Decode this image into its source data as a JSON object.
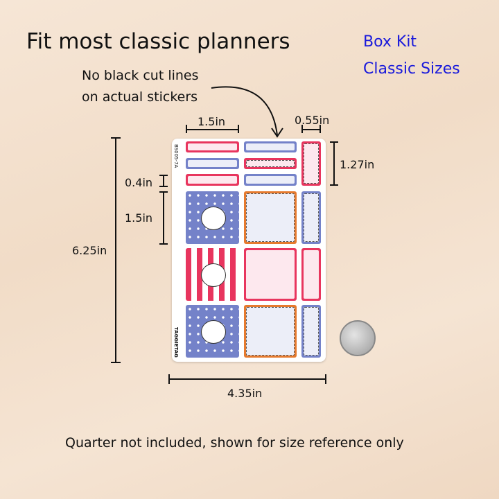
{
  "title": "Fit most classic planners",
  "kit": {
    "line1": "Box Kit",
    "line2": "Classic Sizes"
  },
  "note": {
    "line1": "No black cut lines",
    "line2": "on actual stickers"
  },
  "dimensions": {
    "top_width": "1.5in",
    "narrow_width": "0.55in",
    "side_height": "1.27in",
    "gap": "0.4in",
    "box_height": "1.5in",
    "sheet_height": "6.25in",
    "sheet_width": "4.35in"
  },
  "sheet": {
    "code": "BS005-7A",
    "brand": "TAGGIETAG"
  },
  "footer": "Quarter not included, shown for size reference only",
  "colors": {
    "red": "#e8355e",
    "blue": "#7482c9",
    "text_blue": "#1a1adb"
  }
}
